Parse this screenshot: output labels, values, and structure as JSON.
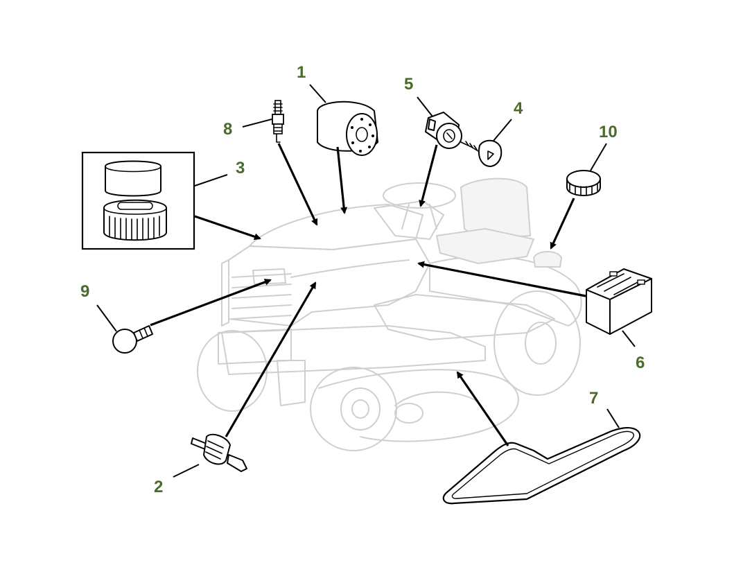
{
  "colors": {
    "callout": "#4a6b2a",
    "ghost_line": "#cfcfcf",
    "part_line": "#000000",
    "background": "#ffffff"
  },
  "callouts": {
    "c1": "1",
    "c2": "2",
    "c3": "3",
    "c4": "4",
    "c5": "5",
    "c6": "6",
    "c7": "7",
    "c8": "8",
    "c9": "9",
    "c10": "10"
  }
}
